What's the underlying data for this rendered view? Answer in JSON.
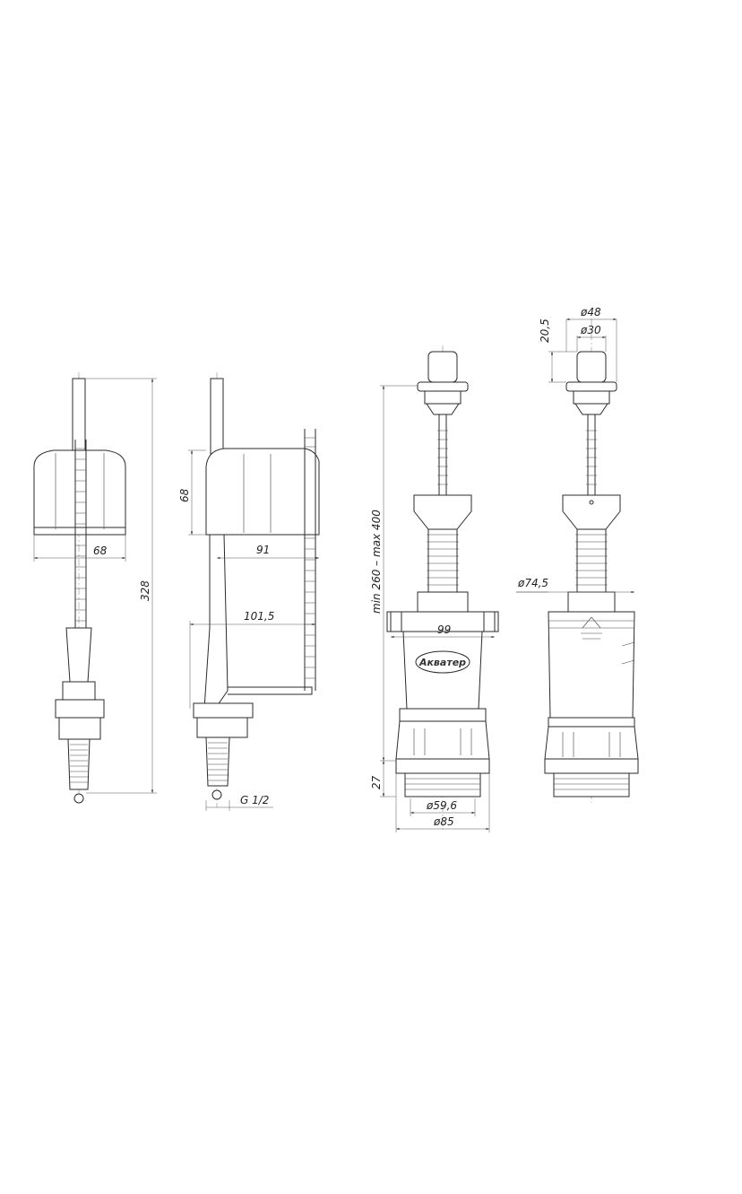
{
  "dimensions": {
    "fill_valve_bottom": {
      "float_width": "68",
      "total_height": "328"
    },
    "fill_valve_side": {
      "float_height": "68",
      "arm_width": "91",
      "reach": "101,5",
      "thread": "G 1/2"
    },
    "flush_valve_front": {
      "height_range": "min 260 – max 400",
      "base_height": "27",
      "body_width": "99",
      "inner_diameter": "ø59,6",
      "outer_diameter": "ø85"
    },
    "flush_valve_side": {
      "button_height": "20,5",
      "button_outer": "ø48",
      "button_inner": "ø30",
      "body_diameter": "ø74,5"
    }
  },
  "logo_text": "Акватер"
}
